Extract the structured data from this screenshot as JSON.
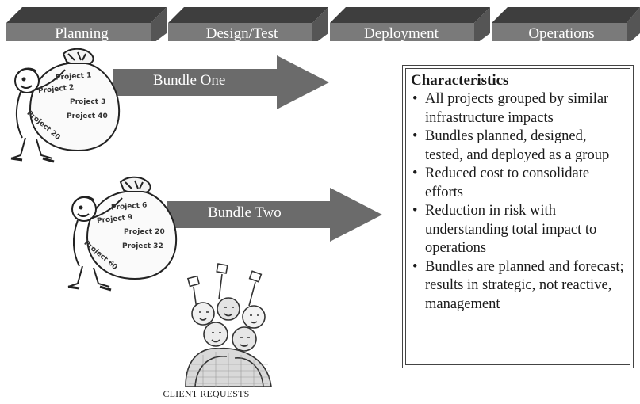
{
  "phases": [
    {
      "label": "Planning"
    },
    {
      "label": "Design/Test"
    },
    {
      "label": "Deployment"
    },
    {
      "label": "Operations"
    }
  ],
  "bundles": [
    {
      "label": "Bundle One",
      "projects": [
        "Project 1",
        "Project 2",
        "Project 3",
        "Project 40",
        "Project 20"
      ]
    },
    {
      "label": "Bundle Two",
      "projects": [
        "Project 6",
        "Project 9",
        "Project 20",
        "Project 32",
        "Project 60"
      ]
    }
  ],
  "characteristics": {
    "title": "Characteristics",
    "items": [
      "All projects grouped by similar infrastructure impacts",
      "Bundles planned, designed, tested, and deployed as a group",
      "Reduced cost to consolidate efforts",
      "Reduction in risk with understanding total impact to operations",
      "Bundles are planned and forecast; results in strategic, not reactive, management"
    ]
  },
  "client_caption": "CLIENT REQUESTS",
  "colors": {
    "banner": "#7a7a7a",
    "banner_top": "#4a4a4a",
    "arrow": "#6b6b6b"
  }
}
